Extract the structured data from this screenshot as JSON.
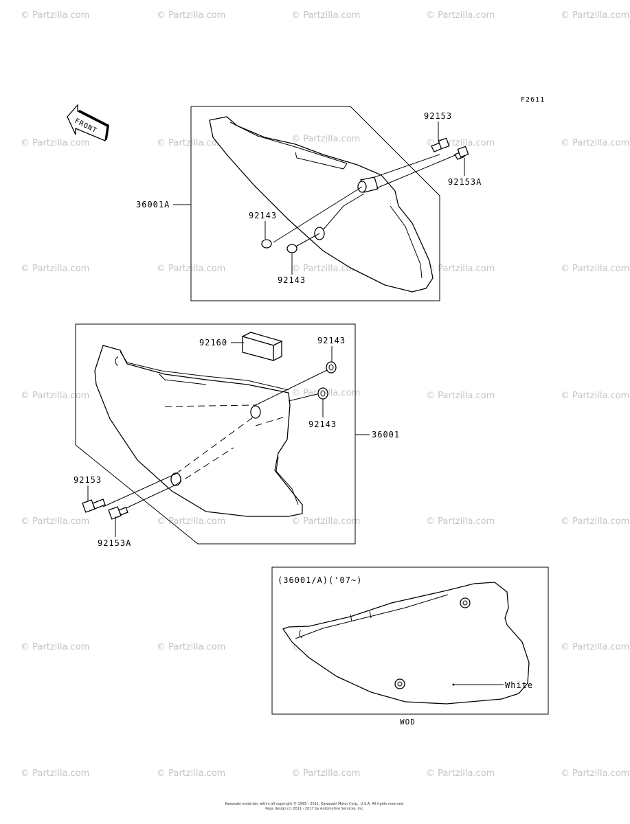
{
  "figure_code": "F2611",
  "front_arrow_label": "FRONT",
  "watermark": "© Partzilla.com",
  "top_assembly": {
    "part_36001A": "36001A",
    "bolt_upper": "92153",
    "bolt_right": "92153A",
    "washer_upper": "92143",
    "washer_lower": "92143"
  },
  "middle_assembly": {
    "pad": "92160",
    "washer_upper": "92143",
    "washer_lower": "92143",
    "cover": "36001",
    "bolt_left": "92153",
    "bolt_bottom": "92153A"
  },
  "inset": {
    "title": "(36001/A)('07~)",
    "color_label": "White",
    "model_label": "WOD"
  },
  "footer": {
    "line1": "Kawasaki materials within all copyright © 1995 - 2011, Kawasaki Motor Corp., U.S.A. All rights reserved.",
    "line2": "Page design (c) 2011 - 2017 by Automotive Services, Inc."
  }
}
